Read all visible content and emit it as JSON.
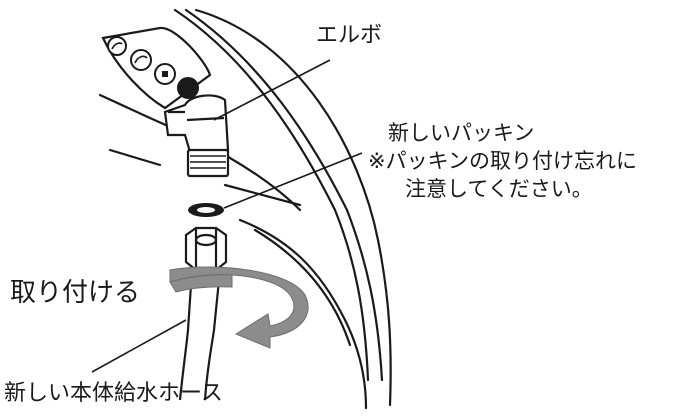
{
  "labels": {
    "elbow": "エルボ",
    "new_packing": "新しいパッキン",
    "note_line1": "※パッキンの取り付け忘れに",
    "note_line2": "注意してください。",
    "attach": "取り付ける",
    "new_hose": "新しい本体給水ホース"
  },
  "colors": {
    "line": "#1a1a1a",
    "arrow_fill": "#8c8c8c",
    "background": "#ffffff"
  },
  "icons": {
    "panel_buttons": [
      "spray-icon",
      "bidet-icon",
      "stop-icon",
      "power-icon"
    ]
  }
}
